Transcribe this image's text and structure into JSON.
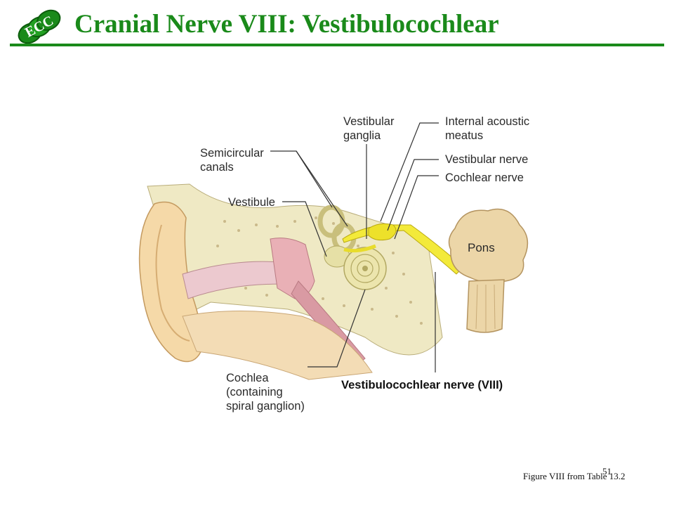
{
  "header": {
    "logo_text": "ECC",
    "title": "Cranial Nerve VIII: Vestibulocochlear",
    "accent_color": "#1a8a1a"
  },
  "diagram": {
    "labels": {
      "semicircular": "Semicircular\ncanals",
      "vestibule": "Vestibule",
      "vestibular_ganglia": "Vestibular\nganglia",
      "internal_meatus": "Internal acoustic\nmeatus",
      "vestibular_nerve": "Vestibular nerve",
      "cochlear_nerve": "Cochlear nerve",
      "pons": "Pons",
      "cochlea": "Cochlea\n(containing\nspiral ganglion)",
      "vestibulocochlear": "Vestibulocochlear nerve (VIII)"
    }
  },
  "footer": {
    "caption": "Figure VIII from Table 13.2",
    "page_number": "51"
  }
}
